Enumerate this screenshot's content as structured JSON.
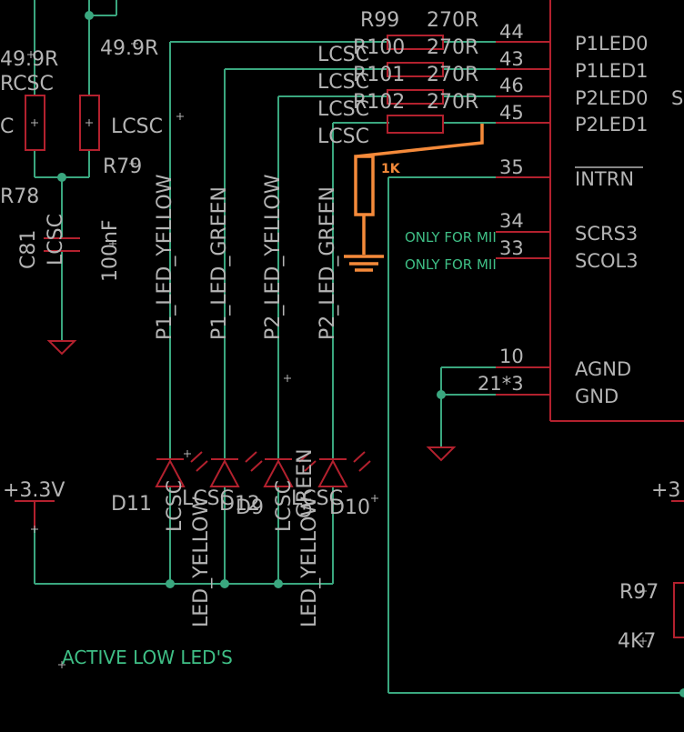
{
  "labels": {
    "r99": "R99",
    "r99_val": "270R",
    "r100": "R100",
    "r100_val": "270R",
    "r101": "R101",
    "r101_val": "270R",
    "r102": "R102",
    "r102_val": "270R",
    "lcsc": "LCSC",
    "r_left_val": "49.9R",
    "r_left_val2": "49.9R",
    "r_left_mfr": "RCSC",
    "r_left_mfr2": "C",
    "r79": "R79",
    "r78": "R78",
    "c81": "C81",
    "c81_mfr": "LCSC",
    "c81_val": "100nF",
    "net_p1y": "P1_LED_YELLOW",
    "net_p1g": "P1_LED_GREEN",
    "net_p2y": "P2_LED_YELLOW",
    "net_p2g": "P2_LED_GREEN",
    "d11": "D11",
    "d12": "D12",
    "d9": "D9",
    "d10": "D10",
    "led_yellow": "LED_YELLOW",
    "green": "GREEN",
    "pwr_33v": "+3.3V",
    "pwr_33v_right": "+3",
    "r97": "R97",
    "r97_val": "4K7",
    "added_1k": "1K"
  },
  "ic": {
    "pins": [
      {
        "num": "44",
        "name": "P1LED0"
      },
      {
        "num": "43",
        "name": "P1LED1"
      },
      {
        "num": "46",
        "name": "P2LED0"
      },
      {
        "num": "45",
        "name": "P2LED1"
      },
      {
        "num": "35",
        "name": "INTRN"
      },
      {
        "num": "34",
        "name": "SCRS3"
      },
      {
        "num": "33",
        "name": "SCOL3"
      },
      {
        "num": "10",
        "name": "AGND"
      },
      {
        "num": "21*3",
        "name": "GND"
      }
    ],
    "p2led0_suffix": "S"
  },
  "notes": {
    "only_mii_1": "ONLY FOR MII",
    "only_mii_2": "ONLY FOR MII",
    "active_low": "ACTIVE LOW LED'S"
  },
  "colors": {
    "background": "#000000",
    "wire": "#3aa77f",
    "component": "#b3212e",
    "text": "#b4b4b4",
    "note": "#3fbf86",
    "modification": "#f58a3a"
  }
}
